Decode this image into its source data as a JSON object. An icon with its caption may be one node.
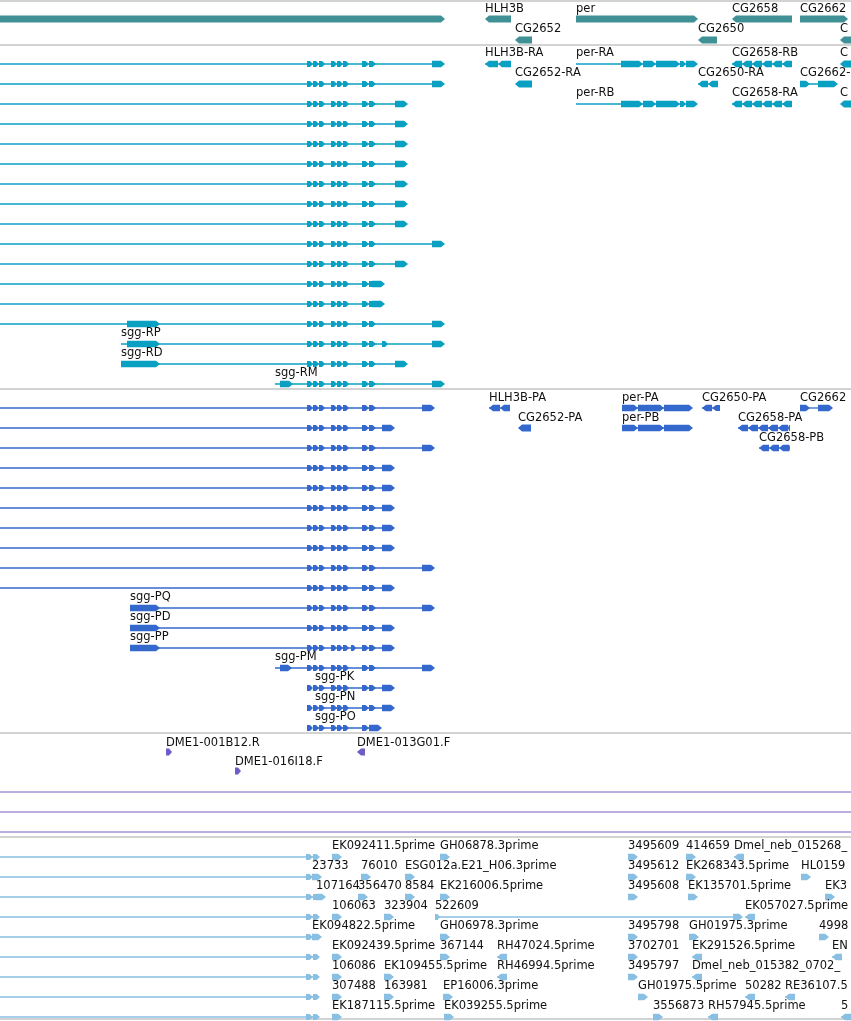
{
  "diagram": {
    "nodes": [
      {
        "text": [],
        "shape": "bar"
      },
      {
        "text": [
          "HLH3B"
        ]
      },
      {
        "text": [
          "per"
        ]
      },
      {
        "text": [
          "CG2658"
        ]
      },
      {
        "text": [
          "CG2662"
        ]
      },
      {
        "text": [
          "CG2652"
        ]
      },
      {
        "text": [
          "CG2650"
        ]
      },
      {
        "text": [
          "C"
        ]
      },
      {
        "text": [],
        "shape": "bar"
      },
      {
        "text": [
          "HLH3B-RA"
        ]
      },
      {
        "text": [
          "per-RA"
        ]
      },
      {
        "text": [
          "CG2658-RB"
        ]
      },
      {
        "text": [
          "C"
        ]
      },
      {
        "text": [],
        "shape": "bar"
      },
      {
        "text": [
          "CG2652-RA"
        ]
      },
      {
        "text": [
          "CG2650-RA"
        ]
      },
      {
        "text": [
          "CG2662-"
        ]
      },
      {
        "text": [],
        "shape": "bar"
      },
      {
        "text": [
          "per-RB"
        ]
      },
      {
        "text": [
          "CG2658-RA"
        ]
      },
      {
        "text": [
          "C"
        ]
      },
      {
        "text": [],
        "shape": "bar"
      },
      {
        "text": [],
        "shape": "bar"
      },
      {
        "text": [],
        "shape": "bar"
      },
      {
        "text": [],
        "shape": "bar"
      },
      {
        "text": [],
        "shape": "bar"
      },
      {
        "text": [],
        "shape": "bar"
      },
      {
        "text": [],
        "shape": "bar"
      },
      {
        "text": [],
        "shape": "bar"
      },
      {
        "text": [],
        "shape": "bar"
      },
      {
        "text": [],
        "shape": "bar"
      },
      {
        "text": [],
        "shape": "bar"
      },
      {
        "text": [
          "sgg-RP"
        ]
      },
      {
        "text": [
          "sgg-RD"
        ]
      },
      {
        "text": [
          "sgg-RM"
        ]
      },
      {
        "text": [],
        "shape": "bar"
      },
      {
        "text": [
          "HLH3B-PA"
        ]
      },
      {
        "text": [
          "per-PA"
        ]
      },
      {
        "text": [
          "CG2650-PA"
        ]
      },
      {
        "text": [
          "CG2662"
        ]
      },
      {
        "text": [],
        "shape": "bar"
      },
      {
        "text": [
          "CG2652-PA"
        ]
      },
      {
        "text": [
          "per-PB"
        ]
      },
      {
        "text": [
          "CG2658-PA"
        ]
      },
      {
        "text": [],
        "shape": "bar"
      },
      {
        "text": [
          "CG2658-PB"
        ]
      },
      {
        "text": [],
        "shape": "bar"
      },
      {
        "text": [],
        "shape": "bar"
      },
      {
        "text": [],
        "shape": "bar"
      },
      {
        "text": [],
        "shape": "bar"
      },
      {
        "text": [],
        "shape": "bar"
      },
      {
        "text": [],
        "shape": "bar"
      },
      {
        "text": [],
        "shape": "bar"
      },
      {
        "text": [
          "sgg-PQ"
        ]
      },
      {
        "text": [
          "sgg-PD"
        ]
      },
      {
        "text": [
          "sgg-PP"
        ]
      },
      {
        "text": [
          "sgg-PM"
        ]
      },
      {
        "text": [
          "sgg-PK"
        ]
      },
      {
        "text": [
          "sgg-PN"
        ]
      },
      {
        "text": [
          "sgg-PO"
        ]
      },
      {
        "text": [
          "DME1-001B12.R"
        ]
      },
      {
        "text": [
          "DME1-013G01.F"
        ]
      },
      {
        "text": [
          "DME1-016I18.F"
        ]
      },
      {
        "text": [],
        "shape": "bar"
      },
      {
        "text": [
          "EK092411.5prime"
        ]
      },
      {
        "text": [
          "GH06878.3prime"
        ]
      },
      {
        "text": [
          "3495609"
        ]
      },
      {
        "text": [
          "414659"
        ]
      },
      {
        "text": [
          "Dmel_neb_015268_"
        ]
      },
      {
        "text": [],
        "shape": "bar"
      },
      {
        "text": [
          "23733"
        ]
      },
      {
        "text": [
          "76010"
        ]
      },
      {
        "text": [
          "ESG012a.E21_H06.3prime"
        ]
      },
      {
        "text": [
          "3495612"
        ]
      },
      {
        "text": [
          "EK268343.5prime"
        ]
      },
      {
        "text": [
          "HL0159"
        ]
      },
      {
        "text": [],
        "shape": "bar"
      },
      {
        "text": [
          "107164"
        ]
      },
      {
        "text": [
          "356470"
        ]
      },
      {
        "text": [
          "8584"
        ]
      },
      {
        "text": [
          "EK216006.5prime"
        ]
      },
      {
        "text": [
          "3495608"
        ]
      },
      {
        "text": [
          "EK135701.5prime"
        ]
      },
      {
        "text": [
          "EK3"
        ]
      },
      {
        "text": [],
        "shape": "bar"
      },
      {
        "text": [
          "106063"
        ]
      },
      {
        "text": [
          "323904"
        ]
      },
      {
        "text": [
          "522609"
        ]
      },
      {
        "text": [
          "EK057027.5prime"
        ]
      },
      {
        "text": [],
        "shape": "bar"
      },
      {
        "text": [
          "EK094822.5prime"
        ]
      },
      {
        "text": [
          "GH06978.3prime"
        ]
      },
      {
        "text": [
          "3495798"
        ]
      },
      {
        "text": [
          "GH01975.3prime"
        ]
      },
      {
        "text": [
          "4998"
        ]
      },
      {
        "text": [],
        "shape": "bar"
      },
      {
        "text": [
          "EK092439.5prime"
        ]
      },
      {
        "text": [
          "367144"
        ]
      },
      {
        "text": [
          "RH47024.5prime"
        ]
      },
      {
        "text": [
          "3702701"
        ]
      },
      {
        "text": [
          "EK291526.5prime"
        ]
      },
      {
        "text": [
          "EN"
        ]
      },
      {
        "text": [],
        "shape": "bar"
      },
      {
        "text": [
          "106086"
        ]
      },
      {
        "text": [
          "EK109455.5prime"
        ]
      },
      {
        "text": [
          "RH46994.5prime"
        ]
      },
      {
        "text": [
          "3495797"
        ]
      },
      {
        "text": [
          "Dmel_neb_015382_0702_"
        ]
      },
      {
        "text": [],
        "shape": "bar"
      },
      {
        "text": [
          "307488"
        ]
      },
      {
        "text": [
          "163981"
        ]
      },
      {
        "text": [
          "EP16006.3prime"
        ]
      },
      {
        "text": [
          "GH01975.5prime"
        ]
      },
      {
        "text": [
          "50282"
        ]
      },
      {
        "text": [
          "RE36107.5"
        ]
      },
      {
        "text": [],
        "shape": "bar"
      },
      {
        "text": [
          "EK187115.5prime"
        ]
      },
      {
        "text": [
          "EK039255.5prime"
        ]
      },
      {
        "text": [
          "3556873"
        ]
      },
      {
        "text": [
          "RH57945.5prime"
        ]
      },
      {
        "text": [
          "5"
        ]
      }
    ]
  }
}
